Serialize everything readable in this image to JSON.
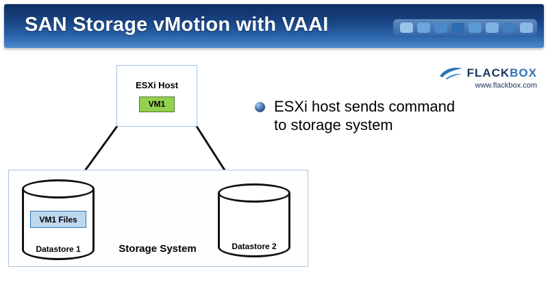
{
  "header": {
    "title": "SAN Storage vMotion with VAAI",
    "squares": [
      "#9cc3ea",
      "#6ba6dc",
      "#4a8ac9",
      "#2f6bb0",
      "#5b9bd5",
      "#7fb2e5",
      "#3f7fc0",
      "#8ab9e6"
    ]
  },
  "logo": {
    "flack": "FLACK",
    "box": "BOX",
    "url": "www.flackbox.com"
  },
  "bullet": {
    "line1": "ESXi host sends command",
    "line2": "to storage system"
  },
  "diagram": {
    "esxi_host": "ESXi Host",
    "vm1": "VM1",
    "vm1_files": "VM1 Files",
    "datastore1": "Datastore 1",
    "datastore2": "Datastore 2",
    "storage_system": "Storage System"
  },
  "colors": {
    "header_gradient_top": "#0f2f63",
    "header_gradient_bottom": "#4b8ccd",
    "vm_green": "#92d050",
    "vm_files_blue": "#bdd7ee",
    "box_border_blue": "#9dc3e6",
    "logo_dark_blue": "#17345f",
    "logo_mid_blue": "#2e75b6",
    "line_black": "#111111"
  }
}
